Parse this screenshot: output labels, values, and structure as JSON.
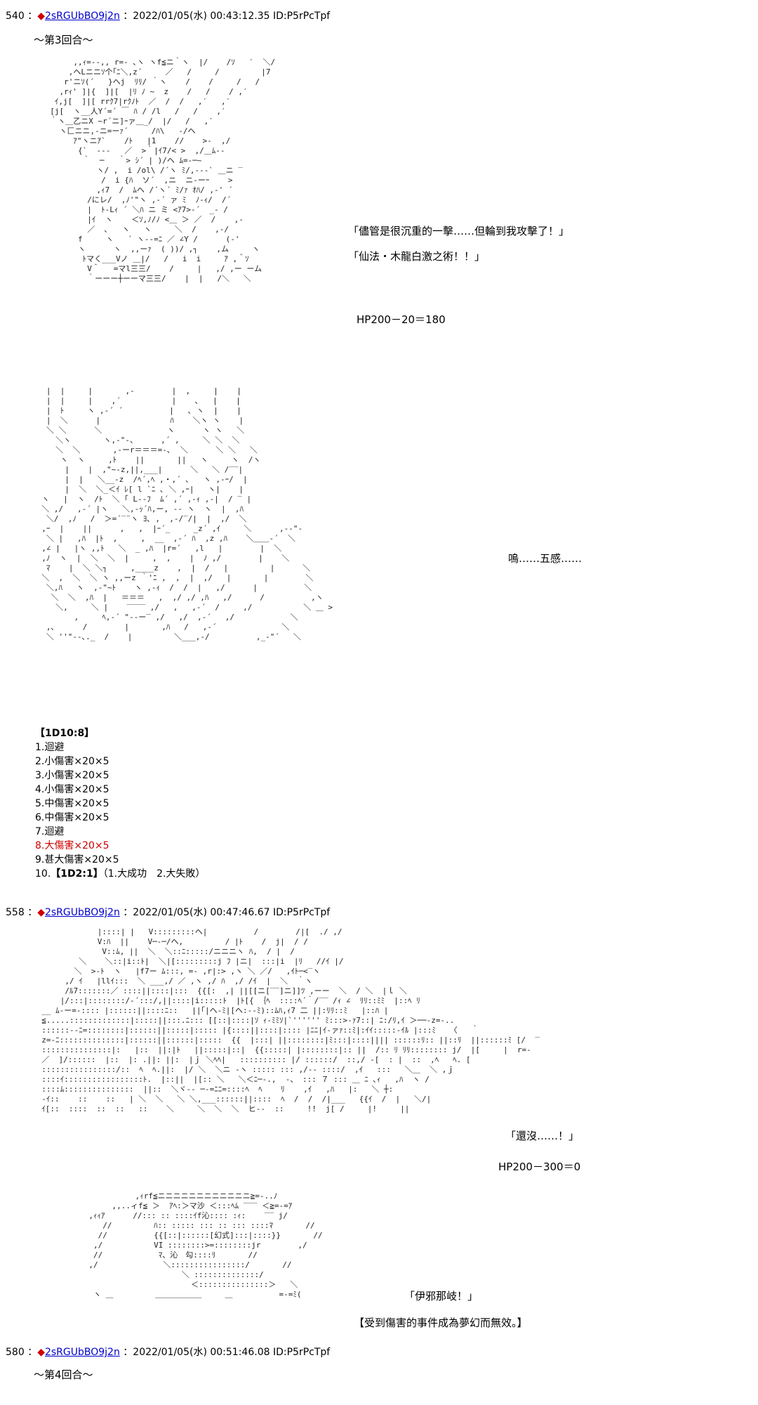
{
  "posts": [
    {
      "number": "540",
      "name": "◆2sRGUbBO9j2n",
      "timestamp": "2022/01/05(水) 00:43:12.35",
      "id": "ID:P5rPcTpf",
      "round": "～第3回合～",
      "quote1": "「儘管是很沉重的一擊……但輪到我攻擊了！」",
      "quote2": "「仙法・木龍白激之術！！」",
      "hp": "HP200－20＝180",
      "moan": "嗚……五感……",
      "dice_title": "【1D10:8】",
      "dice_items": [
        "1.迴避",
        "2.小傷害×20×5",
        "3.小傷害×20×5",
        "4.小傷害×20×5",
        "5.中傷害×20×5",
        "6.中傷害×20×5",
        "7.迴避",
        "8.大傷害×20×5",
        "9.甚大傷害×20×5"
      ],
      "dice_last_prefix": "10.",
      "dice_last_bold": "【1D2:1】",
      "dice_last_suffix": "（1.大成功　2.大失敗）",
      "highlight_color": "#cc0000"
    },
    {
      "number": "558",
      "name": "◆2sRGUbBO9j2n",
      "timestamp": "2022/01/05(水) 00:47:46.67",
      "id": "ID:P5rPcTpf",
      "quote1": "「還沒……！」",
      "hp": "HP200－300＝0",
      "quote2": "「伊邪那岐！」",
      "effect": "【受到傷害的事件成為夢幻而無效。】"
    },
    {
      "number": "580",
      "name": "◆2sRGUbBO9j2n",
      "timestamp": "2022/01/05(水) 00:51:46.08",
      "id": "ID:P5rPcTpf",
      "round": "～第4回合～"
    }
  ],
  "ascii_art": {
    "eye_text_1": "[幻式]",
    "eye_text_2": "沁　勾"
  }
}
